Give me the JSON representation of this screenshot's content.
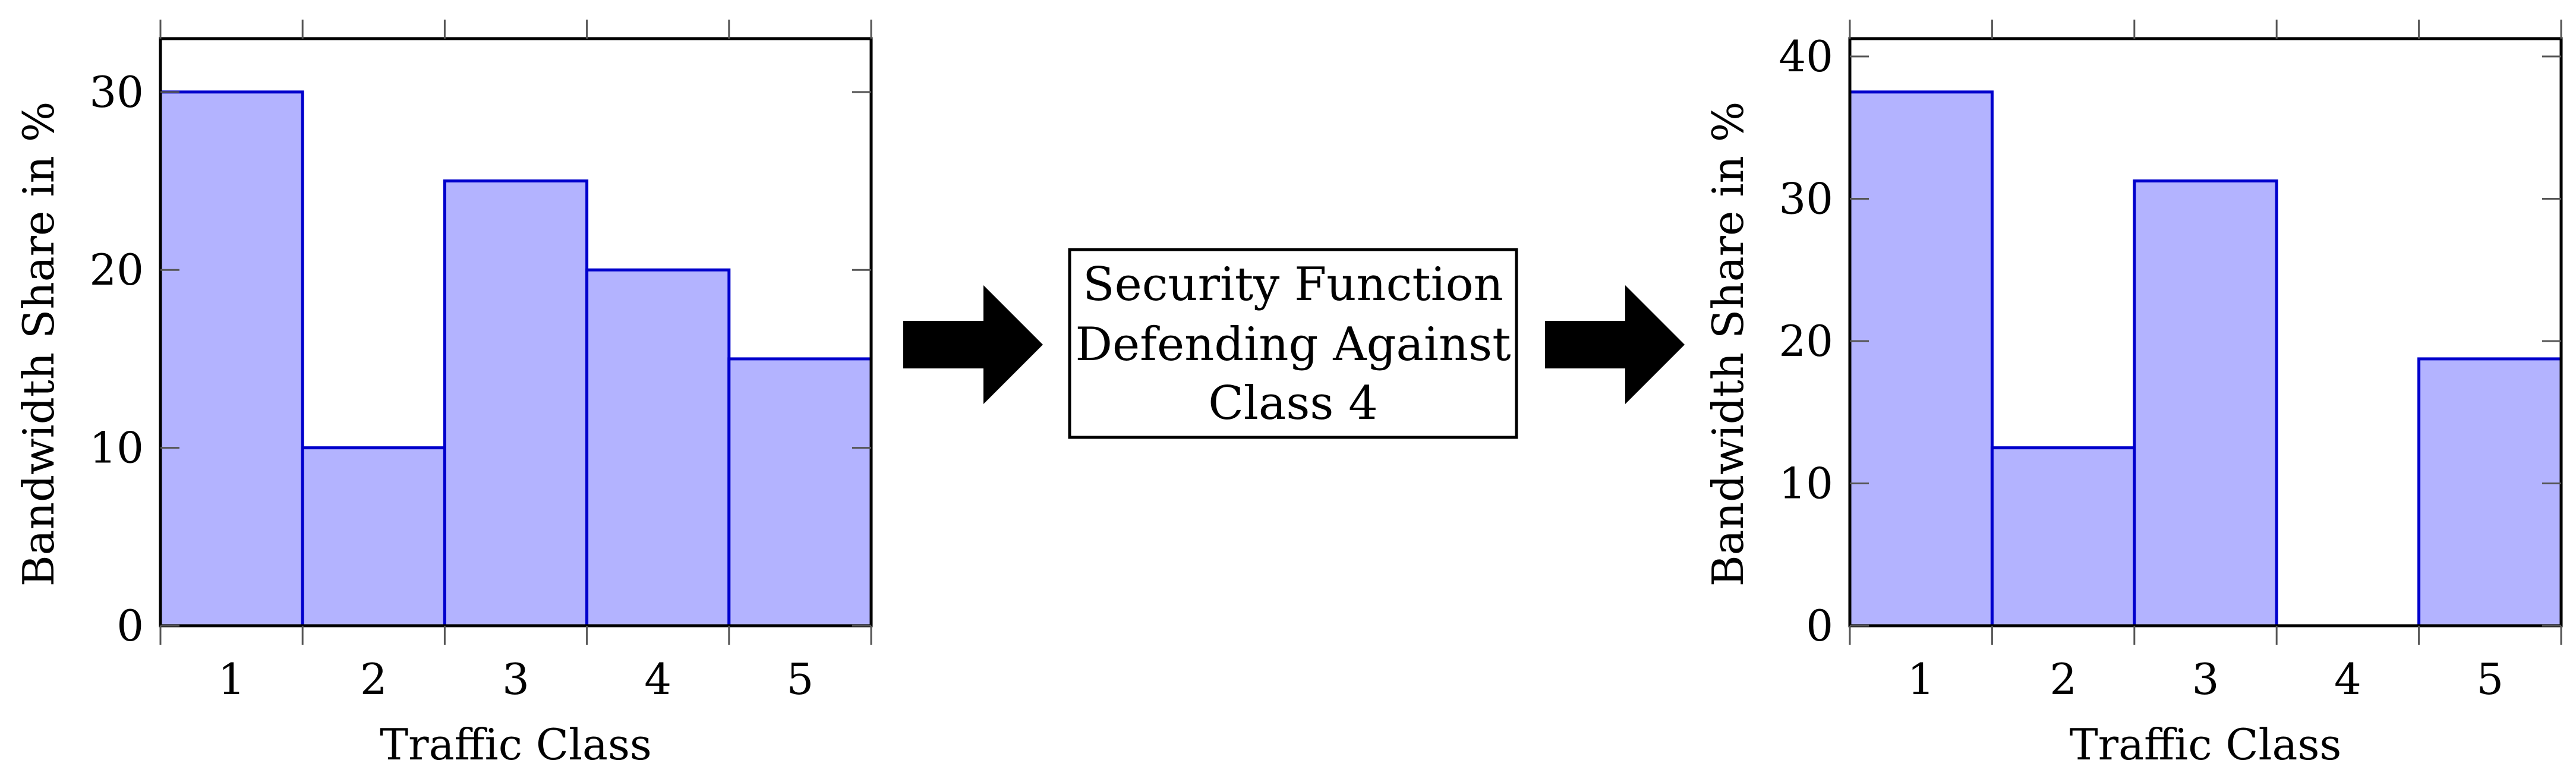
{
  "chart_data": [
    {
      "type": "bar",
      "categories": [
        "1",
        "2",
        "3",
        "4",
        "5"
      ],
      "values": [
        30,
        10,
        25,
        20,
        15
      ],
      "xlabel": "Traffic Class",
      "ylabel": "Bandwidth Share in %",
      "ylim": [
        0,
        33
      ],
      "yticks": [
        0,
        10,
        20,
        30
      ],
      "bar_color": "#b3b3ff",
      "bar_edge_color": "#0000cc"
    },
    {
      "type": "bar",
      "categories": [
        "1",
        "2",
        "3",
        "4",
        "5"
      ],
      "values": [
        37.5,
        12.5,
        31.25,
        0,
        18.75
      ],
      "xlabel": "Traffic Class",
      "ylabel": "Bandwidth Share in %",
      "ylim": [
        0,
        41.25
      ],
      "yticks": [
        0,
        10,
        20,
        30,
        40
      ],
      "bar_color": "#b3b3ff",
      "bar_edge_color": "#0000cc"
    }
  ],
  "diagram": {
    "box_lines": [
      "Security Function",
      "Defending Against",
      "Class 4"
    ],
    "arrow_color": "#000000"
  }
}
